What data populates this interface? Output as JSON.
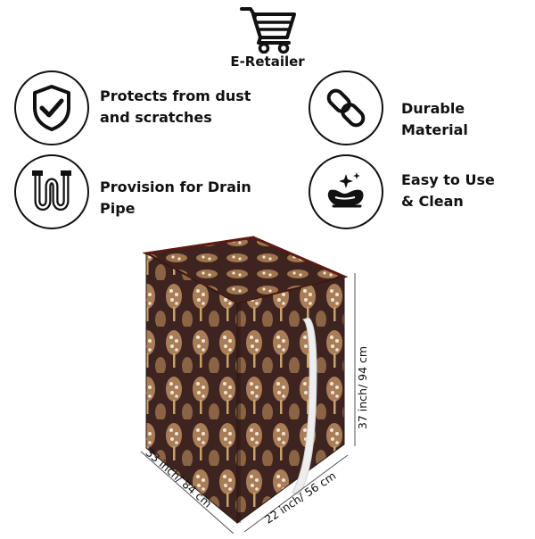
{
  "brand": {
    "name": "E-Retailer",
    "icon": "cart-icon"
  },
  "features": [
    {
      "icon": "shield-check-icon",
      "line1": "Protects from dust",
      "line2": "and scratches"
    },
    {
      "icon": "chain-link-icon",
      "line1": "Durable Material",
      "line2": ""
    },
    {
      "icon": "drain-pipe-icon",
      "line1": "Provision for Drain",
      "line2": "Pipe"
    },
    {
      "icon": "cleaning-icon",
      "line1": "Easy to Use",
      "line2": "& Clean"
    }
  ],
  "dimensions": {
    "height": "37 inch/ 94 cm",
    "width": "33 inch/ 84 cm",
    "depth": "22 inch/ 56 cm"
  }
}
